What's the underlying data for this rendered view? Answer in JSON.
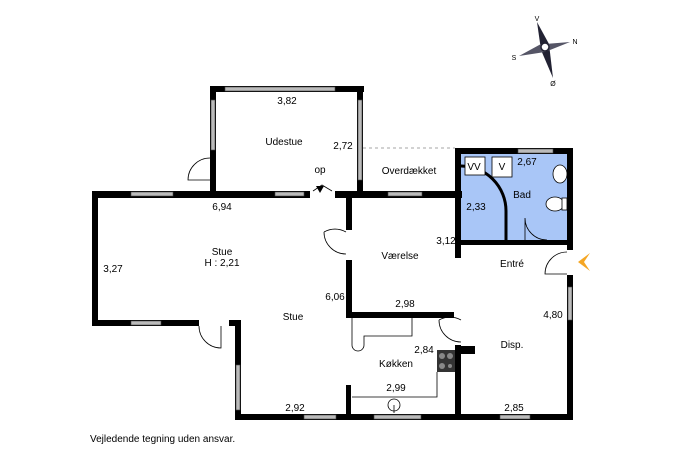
{
  "compass": {
    "north": "N",
    "south": "S",
    "west": "V",
    "east": "Ø"
  },
  "rooms": {
    "udestue": {
      "name": "Udestue",
      "width": "3,82",
      "depth": "2,72"
    },
    "overdaekket": {
      "name": "Overdækket"
    },
    "stue": {
      "name": "Stue",
      "height": "H : 2,21",
      "width": "6,94",
      "depth": "3,27",
      "name2": "Stue",
      "width2": "2,92",
      "depth2": "6,06"
    },
    "vaerelse": {
      "name": "Værelse",
      "width": "2,98",
      "depth": "3,12"
    },
    "bad": {
      "name": "Bad",
      "width": "2,67",
      "depth": "2,33",
      "vv": "VV",
      "v": "V"
    },
    "entre": {
      "name": "Entré"
    },
    "disp": {
      "name": "Disp.",
      "width": "2,85",
      "depth": "4,80"
    },
    "kokken": {
      "name": "Køkken",
      "width": "2,99",
      "depth": "2,84"
    }
  },
  "step_label": "op",
  "disclaimer": "Vejledende tegning uden ansvar.",
  "colors": {
    "bath": "#a9c6f7",
    "entrance_arrow": "#f5a623"
  }
}
